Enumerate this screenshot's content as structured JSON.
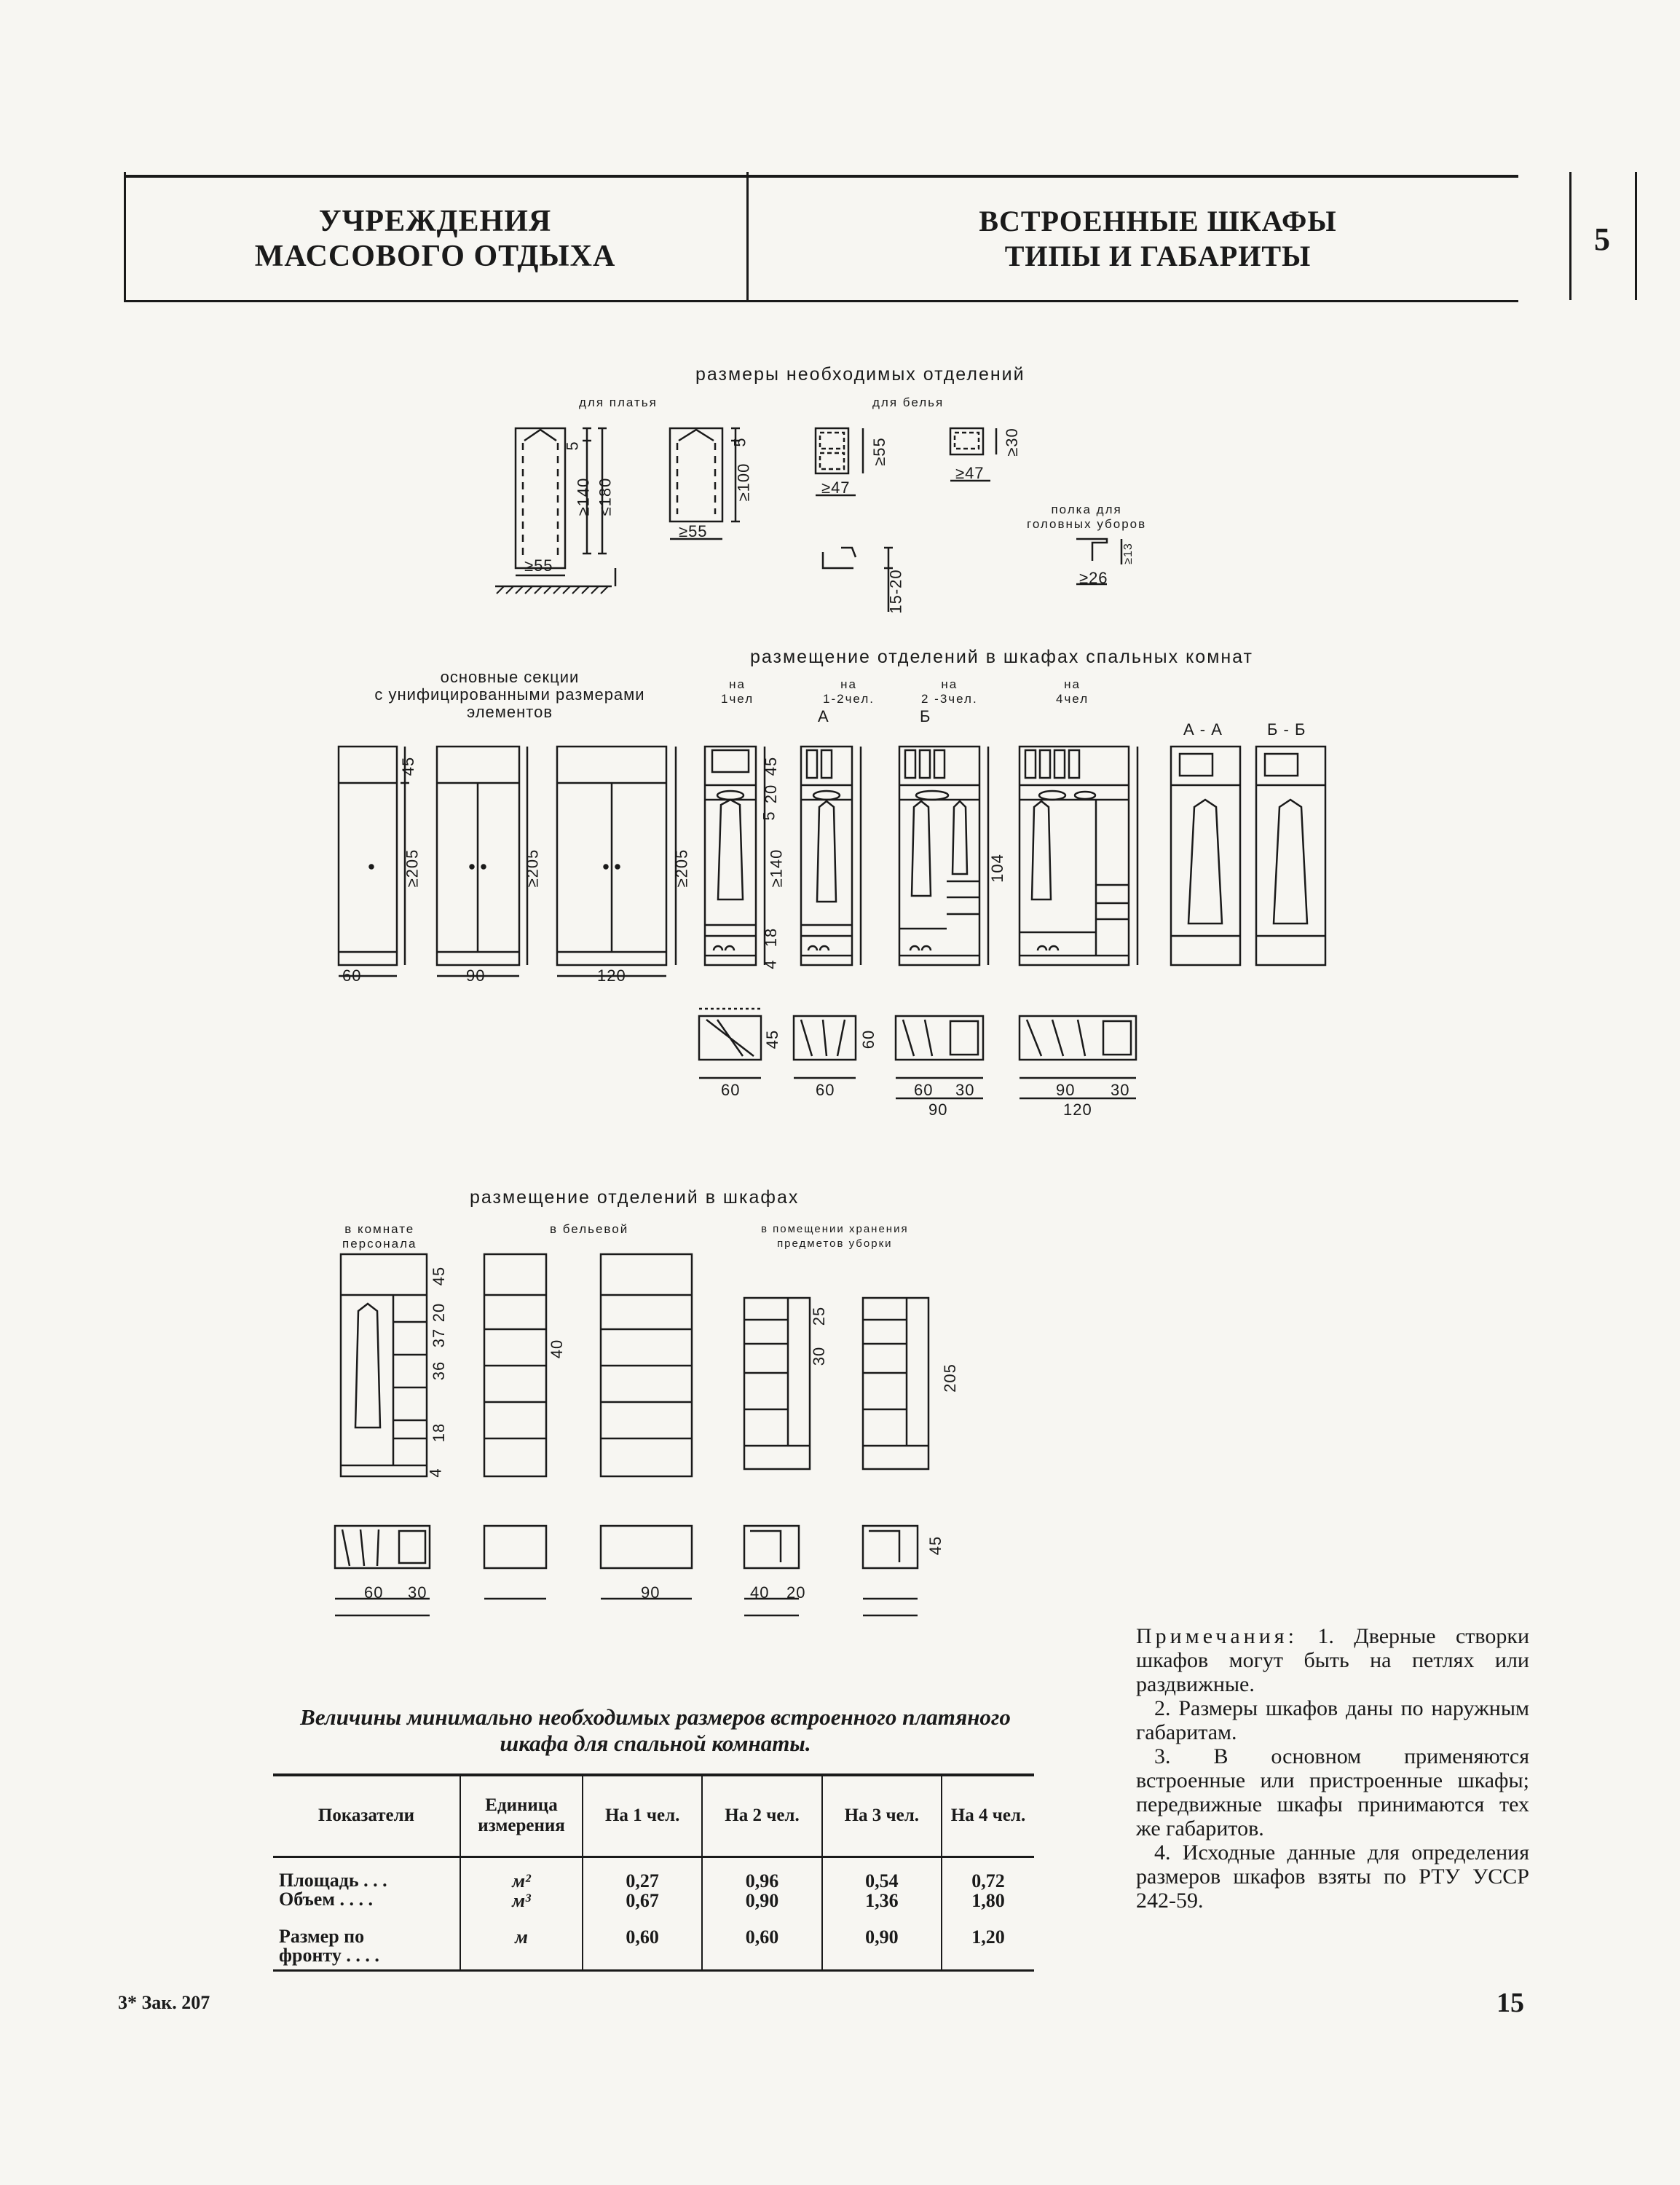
{
  "header": {
    "left_line1": "УЧРЕЖДЕНИЯ",
    "left_line2": "МАССОВОГО ОТДЫХА",
    "center_line1": "ВСТРОЕННЫЕ ШКАФЫ",
    "center_line2": "ТИПЫ И ГАБАРИТЫ",
    "page_section": "5"
  },
  "fig1": {
    "title": "размеры необходимых отделений",
    "for_dress": "для платья",
    "for_linen": "для белья",
    "hat_shelf_line1": "полка для",
    "hat_shelf_line2": "головных уборов",
    "dims": {
      "d5a": "5",
      "d140": "≥140",
      "d180": "≤180",
      "d55a": "≥55",
      "d5b": "5",
      "d100": "≥100",
      "d55b": "≥55",
      "d55c": "≥55",
      "d47a": "≥47",
      "d30": "≥30",
      "d47b": "≥47",
      "d1520": "15-20",
      "d13": "≥13",
      "d26": "≥26"
    }
  },
  "fig2": {
    "title": "размещение отделений в шкафах спальных комнат",
    "sections_line1": "основные секции",
    "sections_line2": "с унифицированными размерами",
    "sections_line3": "элементов",
    "c1_l1": "на",
    "c1_l2": "1чел",
    "c2_l1": "на",
    "c2_l2": "1-2чел.",
    "c3_l1": "на",
    "c3_l2": "2 -3чел.",
    "c4_l1": "на",
    "c4_l2": "4чел",
    "cut_a": "А",
    "cut_b": "Б",
    "sec_aa": "А - А",
    "sec_bb": "Б - Б",
    "w60": "60",
    "w90": "90",
    "w120": "120",
    "h45": "45",
    "h205": "≥205",
    "h205b": "≥205",
    "h205c": "≥205",
    "v45": "45",
    "v20": "20",
    "v5": "5",
    "v140": "≥140",
    "v18": "18",
    "v4": "4",
    "v104": "104",
    "p60a": "60",
    "p60b": "60",
    "p60c": "60",
    "p30c": "30",
    "p90c": "90",
    "p90d": "90",
    "p30d": "30",
    "p120d": "120",
    "d45": "45",
    "d60": "60"
  },
  "fig3": {
    "title": "размещение отделений в шкафах",
    "staff_line1": "в комнате",
    "staff_line2": "персонала",
    "linen_room": "в бельевой",
    "cleaning_line1": "в помещении хранения",
    "cleaning_line2": "предметов уборки",
    "s45": "45",
    "s20": "20",
    "s37": "37",
    "s36": "36",
    "s18": "18",
    "s4": "4",
    "s40": "40",
    "s30": "30",
    "s25": "25",
    "s205": "205",
    "b60": "60",
    "b30": "30",
    "b90": "90",
    "b40": "40",
    "b20": "20",
    "b45": "45"
  },
  "notes": {
    "n1_head": "Примечания:",
    "n1": "1. Дверные створки шкафов могут быть на петлях или раздвижные.",
    "n2": "2. Размеры шкафов даны по наружным габаритам.",
    "n3": "3. В основном применяются встроенные или пристроенные шкафы; передвижные шкафы принимаются тех же габаритов.",
    "n4": "4. Исходные данные для определения размеров шкафов взяты по РТУ УССР 242-59."
  },
  "table": {
    "title": "Величины минимально необходимых размеров встроенного платяного шкафа для спальной комнаты.",
    "headers": [
      "Показатели",
      "Единица измерения",
      "На 1 чел.",
      "На 2 чел.",
      "На 3 чел.",
      "На 4 чел."
    ],
    "rows": [
      {
        "label": "Площадь . . .",
        "unit": "м²",
        "v1": "0,27",
        "v2": "0,96",
        "v3": "0,54",
        "v4": "0,72"
      },
      {
        "label": "Объем . . . .",
        "unit": "м³",
        "v1": "0,67",
        "v2": "0,90",
        "v3": "1,36",
        "v4": "1,80"
      },
      {
        "label": "Размер по\nфронту . . . .",
        "unit": "м",
        "v1": "0,60",
        "v2": "0,60",
        "v3": "0,90",
        "v4": "1,20"
      }
    ]
  },
  "footer": {
    "left": "3* Зак. 207",
    "page_number": "15"
  }
}
